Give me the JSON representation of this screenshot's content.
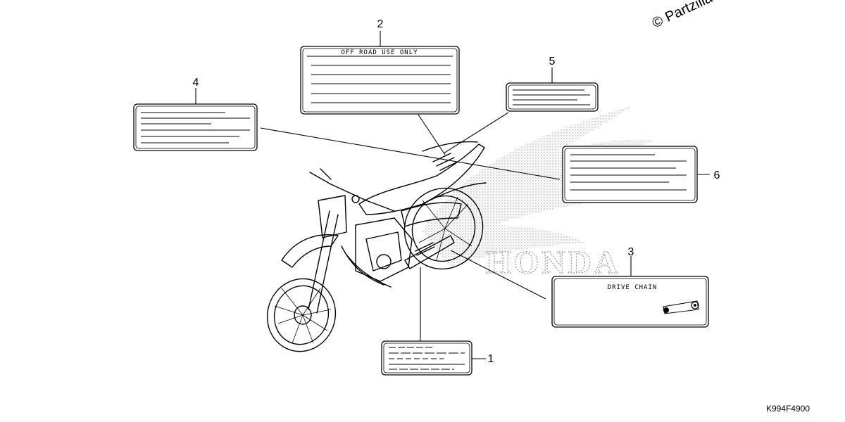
{
  "diagram": {
    "callouts": [
      {
        "id": "1",
        "label": "1"
      },
      {
        "id": "2",
        "label": "2"
      },
      {
        "id": "3",
        "label": "3"
      },
      {
        "id": "4",
        "label": "4"
      },
      {
        "id": "5",
        "label": "5"
      },
      {
        "id": "6",
        "label": "6"
      }
    ],
    "label_texts": {
      "off_road": "OFF ROAD USE ONLY",
      "drive_chain": "DRIVE CHAIN"
    },
    "watermark_logo": "HONDA",
    "copyright": "© Partzilla",
    "reference_code": "K994F4900"
  }
}
